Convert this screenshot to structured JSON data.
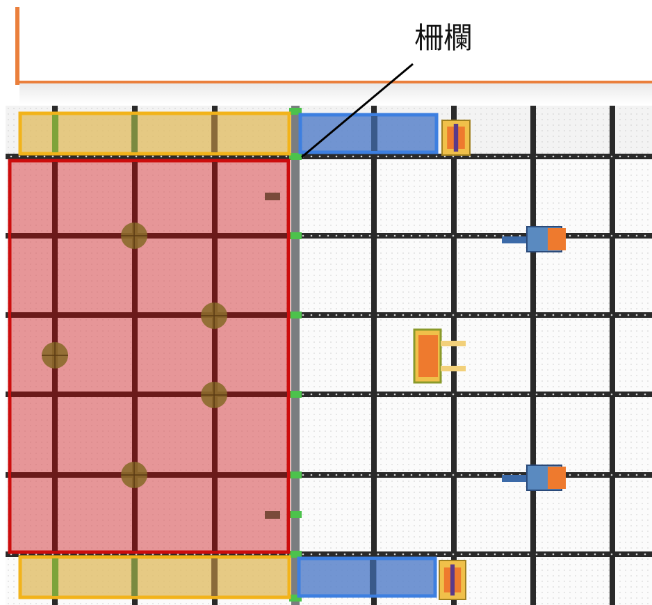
{
  "callout": {
    "label": "柵欄"
  },
  "colors": {
    "header_bracket": "#ea7f3c",
    "tile_line": "#2a2a2a",
    "red_zone_fill": "#d9575b",
    "red_zone_border": "#cc0d0d",
    "yellow_zone_fill": "#e0bd63",
    "yellow_zone_border": "#f2b31a",
    "blue_zone_fill": "#5e86cc",
    "blue_zone_border": "#3d7fe0",
    "disc": "#8b6a2c",
    "fence": "#7a7d80"
  },
  "field": {
    "zones": [
      {
        "name": "red-zone",
        "color": "red"
      },
      {
        "name": "yellow-zone-top",
        "color": "yellow"
      },
      {
        "name": "yellow-zone-bottom",
        "color": "yellow"
      },
      {
        "name": "blue-zone-top",
        "color": "blue"
      },
      {
        "name": "blue-zone-bottom",
        "color": "blue"
      }
    ],
    "disc_count": 5,
    "robot_count": 5
  }
}
